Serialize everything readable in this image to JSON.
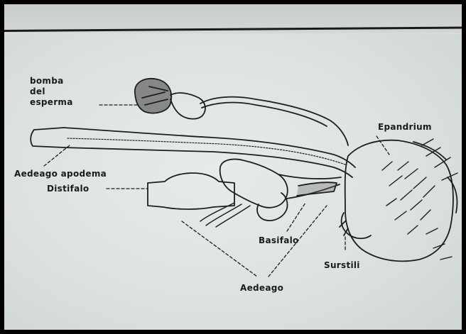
{
  "labels": {
    "bomba_line1": "bomba",
    "bomba_line2": "del",
    "bomba_line3": "esperma",
    "epandrium": "Epandrium",
    "aedeago_apodema": "Aedeago apodema",
    "distifalo": "Distifalo",
    "basifalo": "Basifalo",
    "surstili": "Surstili",
    "aedeago": "Aedeago"
  }
}
